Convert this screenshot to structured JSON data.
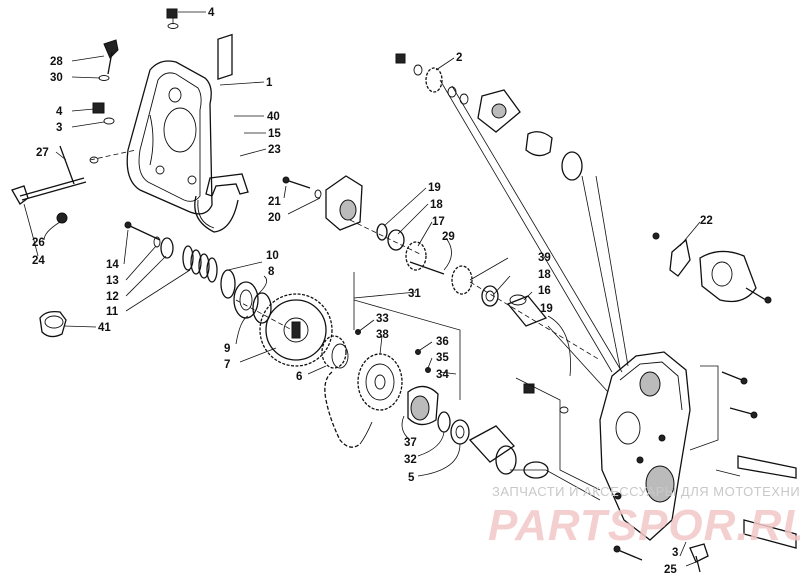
{
  "callouts": [
    {
      "id": "c-4a",
      "text": "4"
    },
    {
      "id": "c-28",
      "text": "28"
    },
    {
      "id": "c-30",
      "text": "30"
    },
    {
      "id": "c-1",
      "text": "1"
    },
    {
      "id": "c-4b",
      "text": "4"
    },
    {
      "id": "c-3a",
      "text": "3"
    },
    {
      "id": "c-40",
      "text": "40"
    },
    {
      "id": "c-15",
      "text": "15"
    },
    {
      "id": "c-23",
      "text": "23"
    },
    {
      "id": "c-27",
      "text": "27"
    },
    {
      "id": "c-26",
      "text": "26"
    },
    {
      "id": "c-24",
      "text": "24"
    },
    {
      "id": "c-2",
      "text": "2"
    },
    {
      "id": "c-21",
      "text": "21"
    },
    {
      "id": "c-20",
      "text": "20"
    },
    {
      "id": "c-19a",
      "text": "19"
    },
    {
      "id": "c-18a",
      "text": "18"
    },
    {
      "id": "c-17",
      "text": "17"
    },
    {
      "id": "c-29",
      "text": "29"
    },
    {
      "id": "c-22",
      "text": "22"
    },
    {
      "id": "c-14",
      "text": "14"
    },
    {
      "id": "c-13",
      "text": "13"
    },
    {
      "id": "c-12",
      "text": "12"
    },
    {
      "id": "c-11",
      "text": "11"
    },
    {
      "id": "c-41",
      "text": "41"
    },
    {
      "id": "c-10",
      "text": "10"
    },
    {
      "id": "c-8",
      "text": "8"
    },
    {
      "id": "c-39",
      "text": "39"
    },
    {
      "id": "c-18b",
      "text": "18"
    },
    {
      "id": "c-16",
      "text": "16"
    },
    {
      "id": "c-19b",
      "text": "19"
    },
    {
      "id": "c-31",
      "text": "31"
    },
    {
      "id": "c-33",
      "text": "33"
    },
    {
      "id": "c-38",
      "text": "38"
    },
    {
      "id": "c-9",
      "text": "9"
    },
    {
      "id": "c-7",
      "text": "7"
    },
    {
      "id": "c-6",
      "text": "6"
    },
    {
      "id": "c-36",
      "text": "36"
    },
    {
      "id": "c-35",
      "text": "35"
    },
    {
      "id": "c-34",
      "text": "34"
    },
    {
      "id": "c-37",
      "text": "37"
    },
    {
      "id": "c-32",
      "text": "32"
    },
    {
      "id": "c-5",
      "text": "5"
    },
    {
      "id": "c-3b",
      "text": "3"
    },
    {
      "id": "c-25",
      "text": "25"
    }
  ],
  "watermark": {
    "caption": "ЗАПЧАСТИ И АКСЕССУАРЫ ДЛЯ МОТОТЕХНИКИ",
    "logo": "PARTSPOR.RU"
  }
}
